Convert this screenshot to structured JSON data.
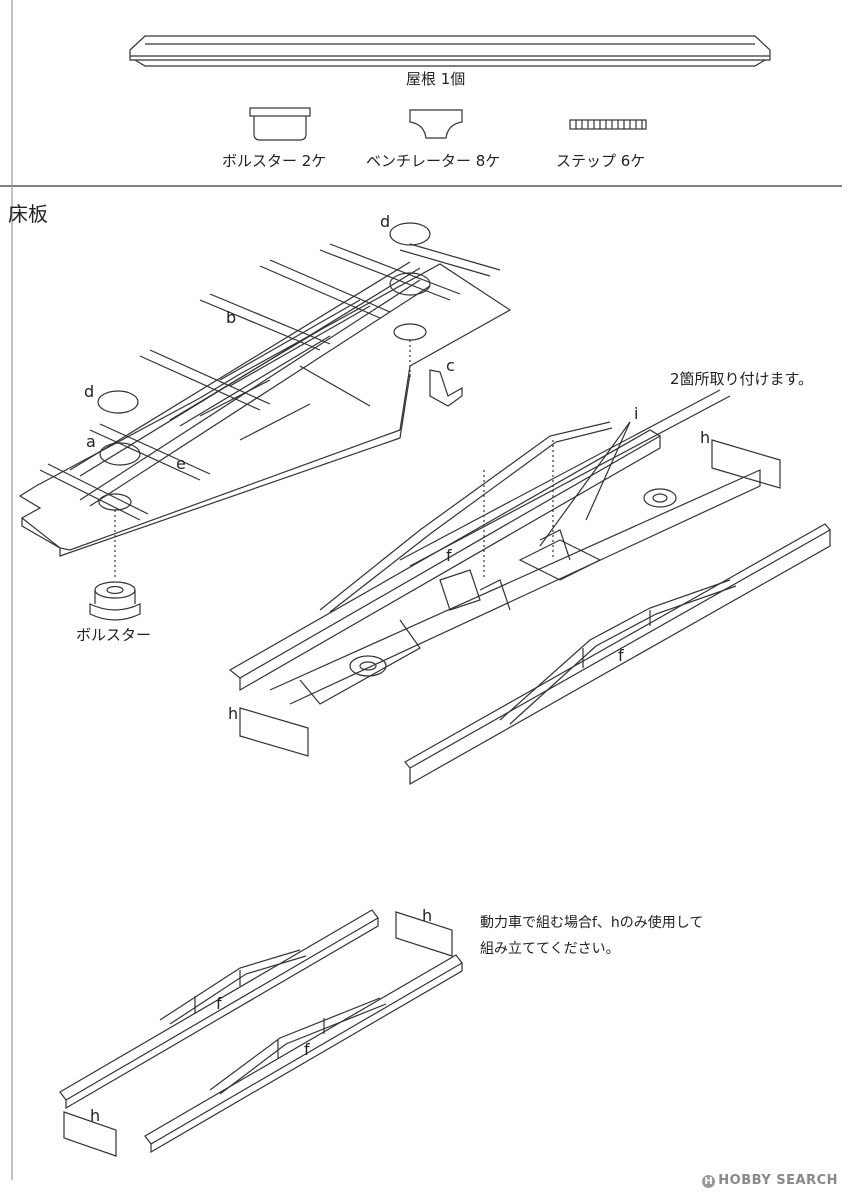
{
  "top_parts": {
    "roof_label": "屋根 1個",
    "bolster_label": "ボルスター 2ケ",
    "ventilator_label": "ベンチレーター 8ケ",
    "step_label": "ステップ 6ケ"
  },
  "floor_section": {
    "title": "床板",
    "bolster_label": "ボルスター",
    "attach_note": "2箇所取り付けます。",
    "parts": {
      "a": "a",
      "b": "b",
      "c": "c",
      "d": "d",
      "e": "e",
      "f": "f",
      "h": "h",
      "i": "i"
    }
  },
  "powered_note": {
    "line1": "動力車で組む場合f、hのみ使用して",
    "line2": "組み立ててください。"
  },
  "watermark": {
    "symbol": "H",
    "text": "HOBBY SEARCH"
  }
}
